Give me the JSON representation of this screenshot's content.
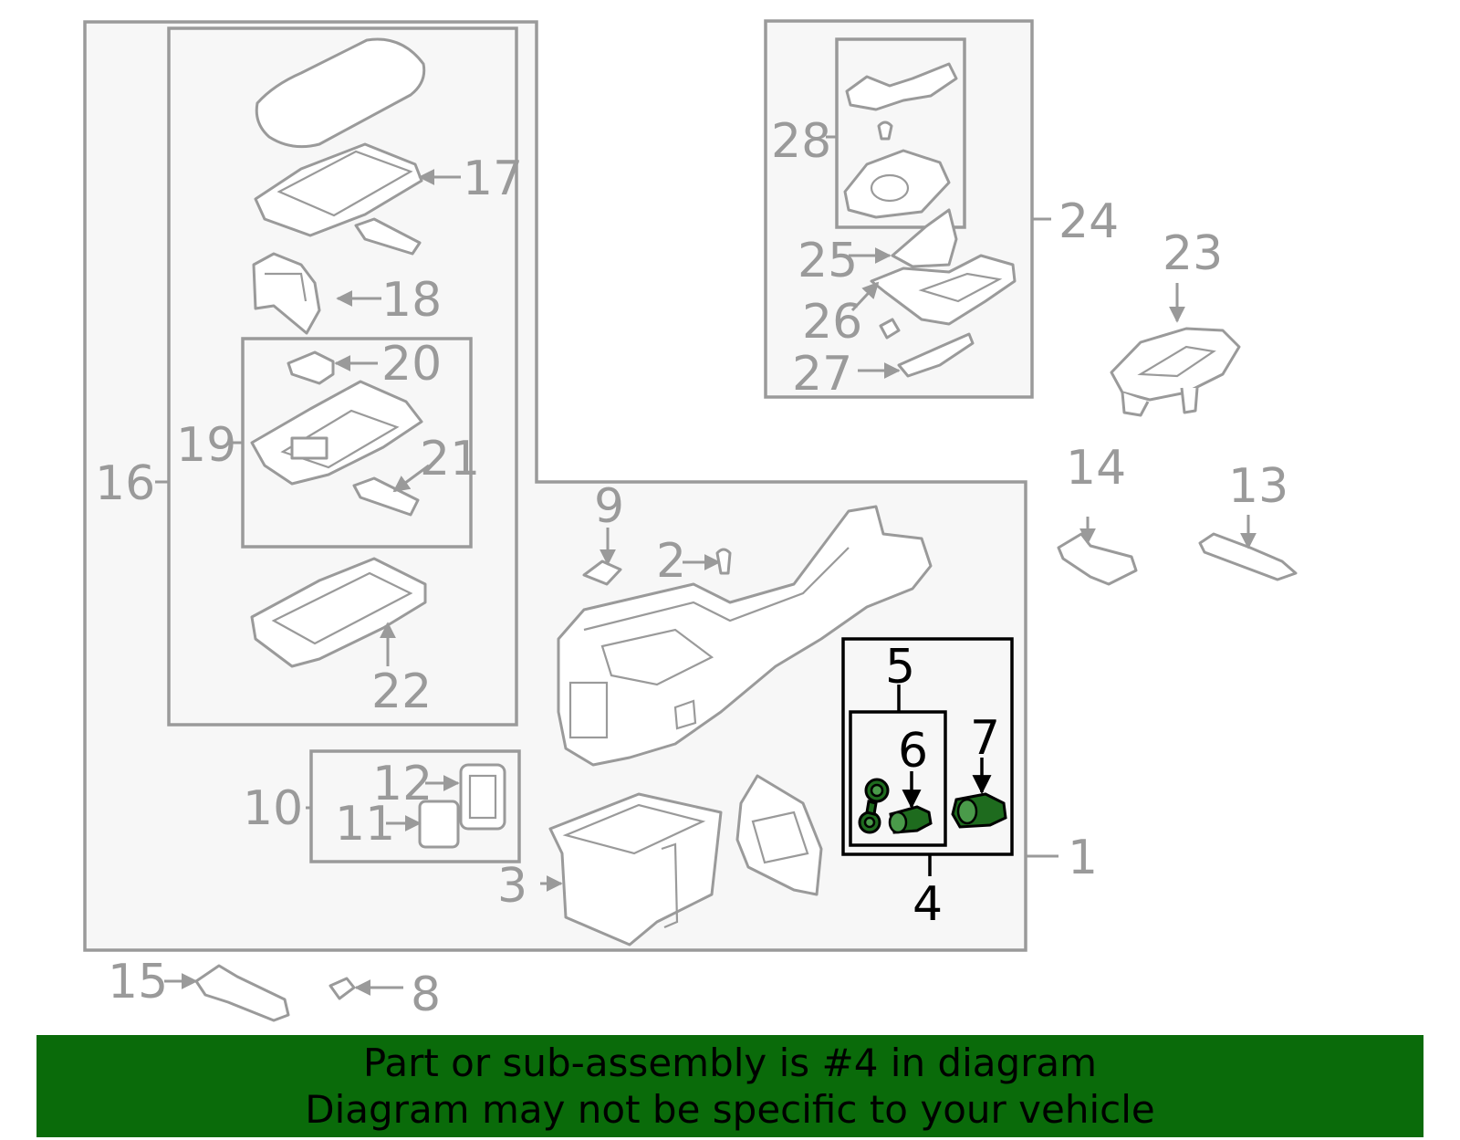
{
  "banner": {
    "line1": "Part or sub-assembly is #4 in diagram",
    "line2": "Diagram may not be specific to your vehicle",
    "background": "#0a6b0a"
  },
  "highlight_color": "#1e6b1e",
  "callouts": {
    "c1": "1",
    "c2": "2",
    "c3": "3",
    "c4": "4",
    "c5": "5",
    "c6": "6",
    "c7": "7",
    "c8": "8",
    "c9": "9",
    "c10": "10",
    "c11": "11",
    "c12": "12",
    "c13": "13",
    "c14": "14",
    "c15": "15",
    "c16": "16",
    "c17": "17",
    "c18": "18",
    "c19": "19",
    "c20": "20",
    "c21": "21",
    "c22": "22",
    "c23": "23",
    "c24": "24",
    "c25": "25",
    "c26": "26",
    "c27": "27",
    "c28": "28"
  }
}
